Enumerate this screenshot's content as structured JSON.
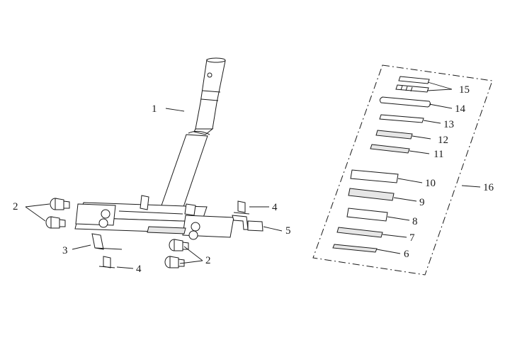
{
  "callouts": {
    "stem": "1",
    "bolts_left": "2",
    "bolts_right": "2",
    "bracket": "3",
    "nut_top": "4",
    "nut_bottom": "4",
    "clamp": "5",
    "seal_6": "6",
    "race_7": "7",
    "cup_8": "8",
    "bearing_9": "9",
    "cap_10": "10",
    "washer_11": "11",
    "bearing_12": "12",
    "washer_13": "13",
    "cover_14": "14",
    "nuts_15": "15",
    "kit_16": "16"
  }
}
